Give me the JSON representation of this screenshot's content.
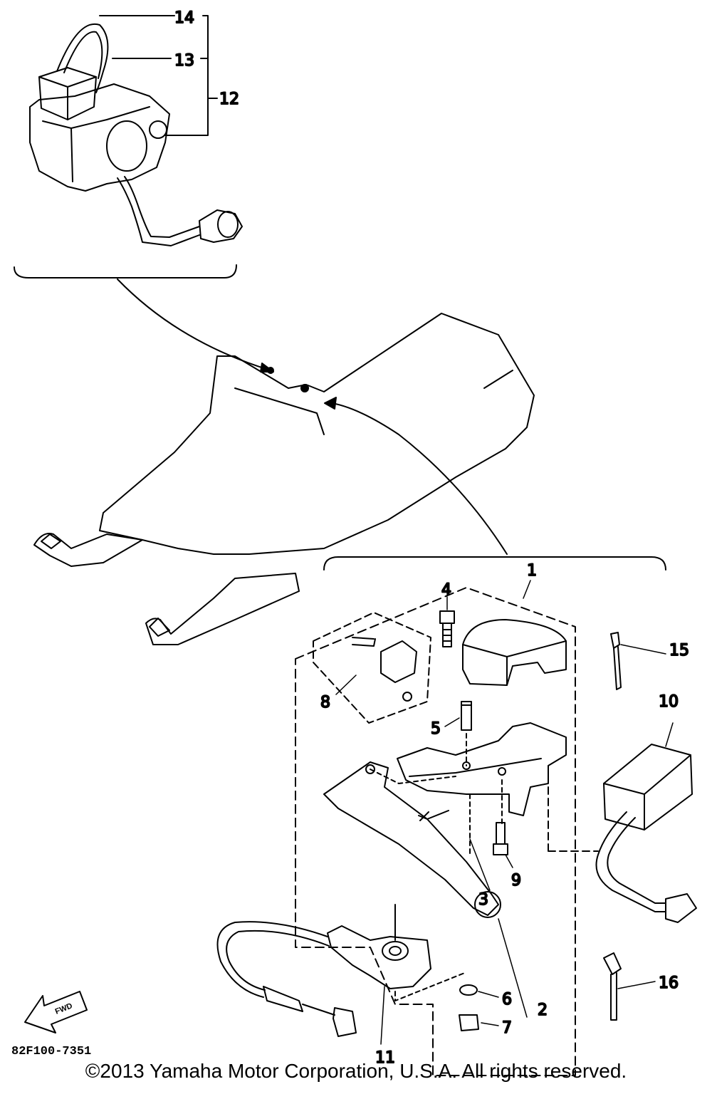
{
  "callouts": {
    "c1": "1",
    "c2": "2",
    "c3": "3",
    "c4": "4",
    "c5": "5",
    "c6": "6",
    "c7": "7",
    "c8": "8",
    "c9": "9",
    "c10": "10",
    "c11": "11",
    "c12": "12",
    "c13": "13",
    "c14": "14",
    "c15": "15",
    "c16": "16"
  },
  "fwd_label": "FWD",
  "diagram_code": "82F100-7351",
  "copyright": "©2013 Yamaha Motor Corporation, U.S.A. All rights reserved."
}
